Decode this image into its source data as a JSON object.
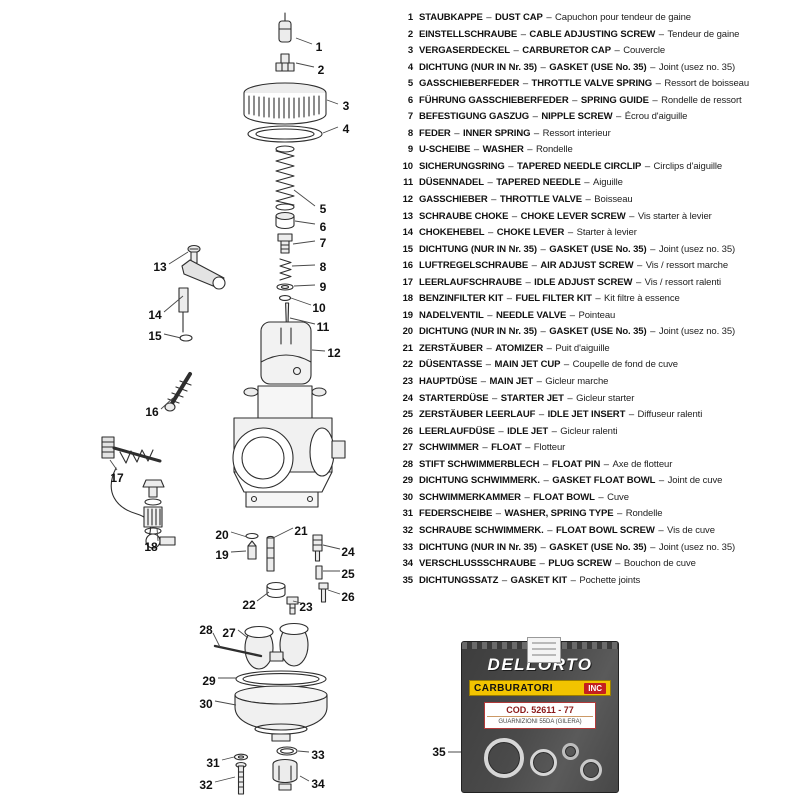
{
  "separator": "–",
  "parts": [
    {
      "num": "1",
      "de": "STAUBKAPPE",
      "en": "DUST CAP",
      "fr": "Capuchon pour tendeur de gaine"
    },
    {
      "num": "2",
      "de": "EINSTELLSCHRAUBE",
      "en": "CABLE ADJUSTING SCREW",
      "fr": "Tendeur de gaine"
    },
    {
      "num": "3",
      "de": "VERGASERDECKEL",
      "en": "CARBURETOR CAP",
      "fr": "Couvercle"
    },
    {
      "num": "4",
      "de": "DICHTUNG (NUR IN Nr. 35)",
      "en": "GASKET (USE No. 35)",
      "fr": "Joint (usez no. 35)"
    },
    {
      "num": "5",
      "de": "GASSCHIEBERFEDER",
      "en": "THROTTLE VALVE SPRING",
      "fr": "Ressort de boisseau"
    },
    {
      "num": "6",
      "de": "FÜHRUNG GASSCHIEBERFEDER",
      "en": "SPRING GUIDE",
      "fr": "Rondelle de ressort"
    },
    {
      "num": "7",
      "de": "BEFESTIGUNG GASZUG",
      "en": "NIPPLE SCREW",
      "fr": "Écrou d'aiguille"
    },
    {
      "num": "8",
      "de": "FEDER",
      "en": "INNER SPRING",
      "fr": "Ressort interieur"
    },
    {
      "num": "9",
      "de": "U-SCHEIBE",
      "en": "WASHER",
      "fr": "Rondelle"
    },
    {
      "num": "10",
      "de": "SICHERUNGSRING",
      "en": "TAPERED NEEDLE CIRCLIP",
      "fr": "Circlips d'aiguille"
    },
    {
      "num": "11",
      "de": "DÜSENNADEL",
      "en": "TAPERED NEEDLE",
      "fr": "Aiguille"
    },
    {
      "num": "12",
      "de": "GASSCHIEBER",
      "en": "THROTTLE VALVE",
      "fr": "Boisseau"
    },
    {
      "num": "13",
      "de": "SCHRAUBE CHOKE",
      "en": "CHOKE LEVER SCREW",
      "fr": "Vis starter à levier"
    },
    {
      "num": "14",
      "de": "CHOKEHEBEL",
      "en": "CHOKE LEVER",
      "fr": "Starter à levier"
    },
    {
      "num": "15",
      "de": "DICHTUNG (NUR IN Nr. 35)",
      "en": "GASKET (USE No. 35)",
      "fr": "Joint (usez no. 35)"
    },
    {
      "num": "16",
      "de": "LUFTREGELSCHRAUBE",
      "en": "AIR ADJUST SCREW",
      "fr": "Vis / ressort marche"
    },
    {
      "num": "17",
      "de": "LEERLAUFSCHRAUBE",
      "en": "IDLE ADJUST SCREW",
      "fr": "Vis / ressort ralenti"
    },
    {
      "num": "18",
      "de": "BENZINFILTER KIT",
      "en": "FUEL FILTER KIT",
      "fr": "Kit filtre à essence"
    },
    {
      "num": "19",
      "de": "NADELVENTIL",
      "en": "NEEDLE VALVE",
      "fr": "Pointeau"
    },
    {
      "num": "20",
      "de": "DICHTUNG (NUR IN Nr. 35)",
      "en": "GASKET (USE No. 35)",
      "fr": "Joint (usez no. 35)"
    },
    {
      "num": "21",
      "de": "ZERSTÄUBER",
      "en": "ATOMIZER",
      "fr": "Puit d'aiguille"
    },
    {
      "num": "22",
      "de": "DÜSENTASSE",
      "en": "MAIN JET CUP",
      "fr": "Coupelle de fond de cuve"
    },
    {
      "num": "23",
      "de": "HAUPTDÜSE",
      "en": "MAIN JET",
      "fr": "Gicleur marche"
    },
    {
      "num": "24",
      "de": "STARTERDÜSE",
      "en": "STARTER JET",
      "fr": "Gicleur starter"
    },
    {
      "num": "25",
      "de": "ZERSTÄUBER LEERLAUF",
      "en": "IDLE JET INSERT",
      "fr": "Diffuseur ralenti"
    },
    {
      "num": "26",
      "de": "LEERLAUFDÜSE",
      "en": "IDLE JET",
      "fr": "Gicleur ralenti"
    },
    {
      "num": "27",
      "de": "SCHWIMMER",
      "en": "FLOAT",
      "fr": "Flotteur"
    },
    {
      "num": "28",
      "de": "STIFT SCHWIMMERBLECH",
      "en": "FLOAT PIN",
      "fr": "Axe de flotteur"
    },
    {
      "num": "29",
      "de": "DICHTUNG SCHWIMMERK.",
      "en": "GASKET FLOAT BOWL",
      "fr": "Joint de cuve"
    },
    {
      "num": "30",
      "de": "SCHWIMMERKAMMER",
      "en": "FLOAT BOWL",
      "fr": "Cuve"
    },
    {
      "num": "31",
      "de": "FEDERSCHEIBE",
      "en": "WASHER, SPRING TYPE",
      "fr": "Rondelle"
    },
    {
      "num": "32",
      "de": "SCHRAUBE SCHWIMMERK.",
      "en": "FLOAT BOWL SCREW",
      "fr": "Vis de cuve"
    },
    {
      "num": "33",
      "de": "DICHTUNG (NUR IN Nr. 35)",
      "en": "GASKET (USE No. 35)",
      "fr": "Joint (usez no. 35)"
    },
    {
      "num": "34",
      "de": "VERSCHLUSSSCHRAUBE",
      "en": "PLUG SCREW",
      "fr": "Bouchon de cuve"
    },
    {
      "num": "35",
      "de": "DICHTUNGSSATZ",
      "en": "GASKET KIT",
      "fr": "Pochette joints"
    }
  ],
  "package": {
    "brand": "DELLORTO",
    "band": "CARBURATORI",
    "badge": "INC",
    "label_code": "COD. 52611 - 77",
    "label_sub": "GUARNIZIONI 55DA (GILERA)"
  }
}
